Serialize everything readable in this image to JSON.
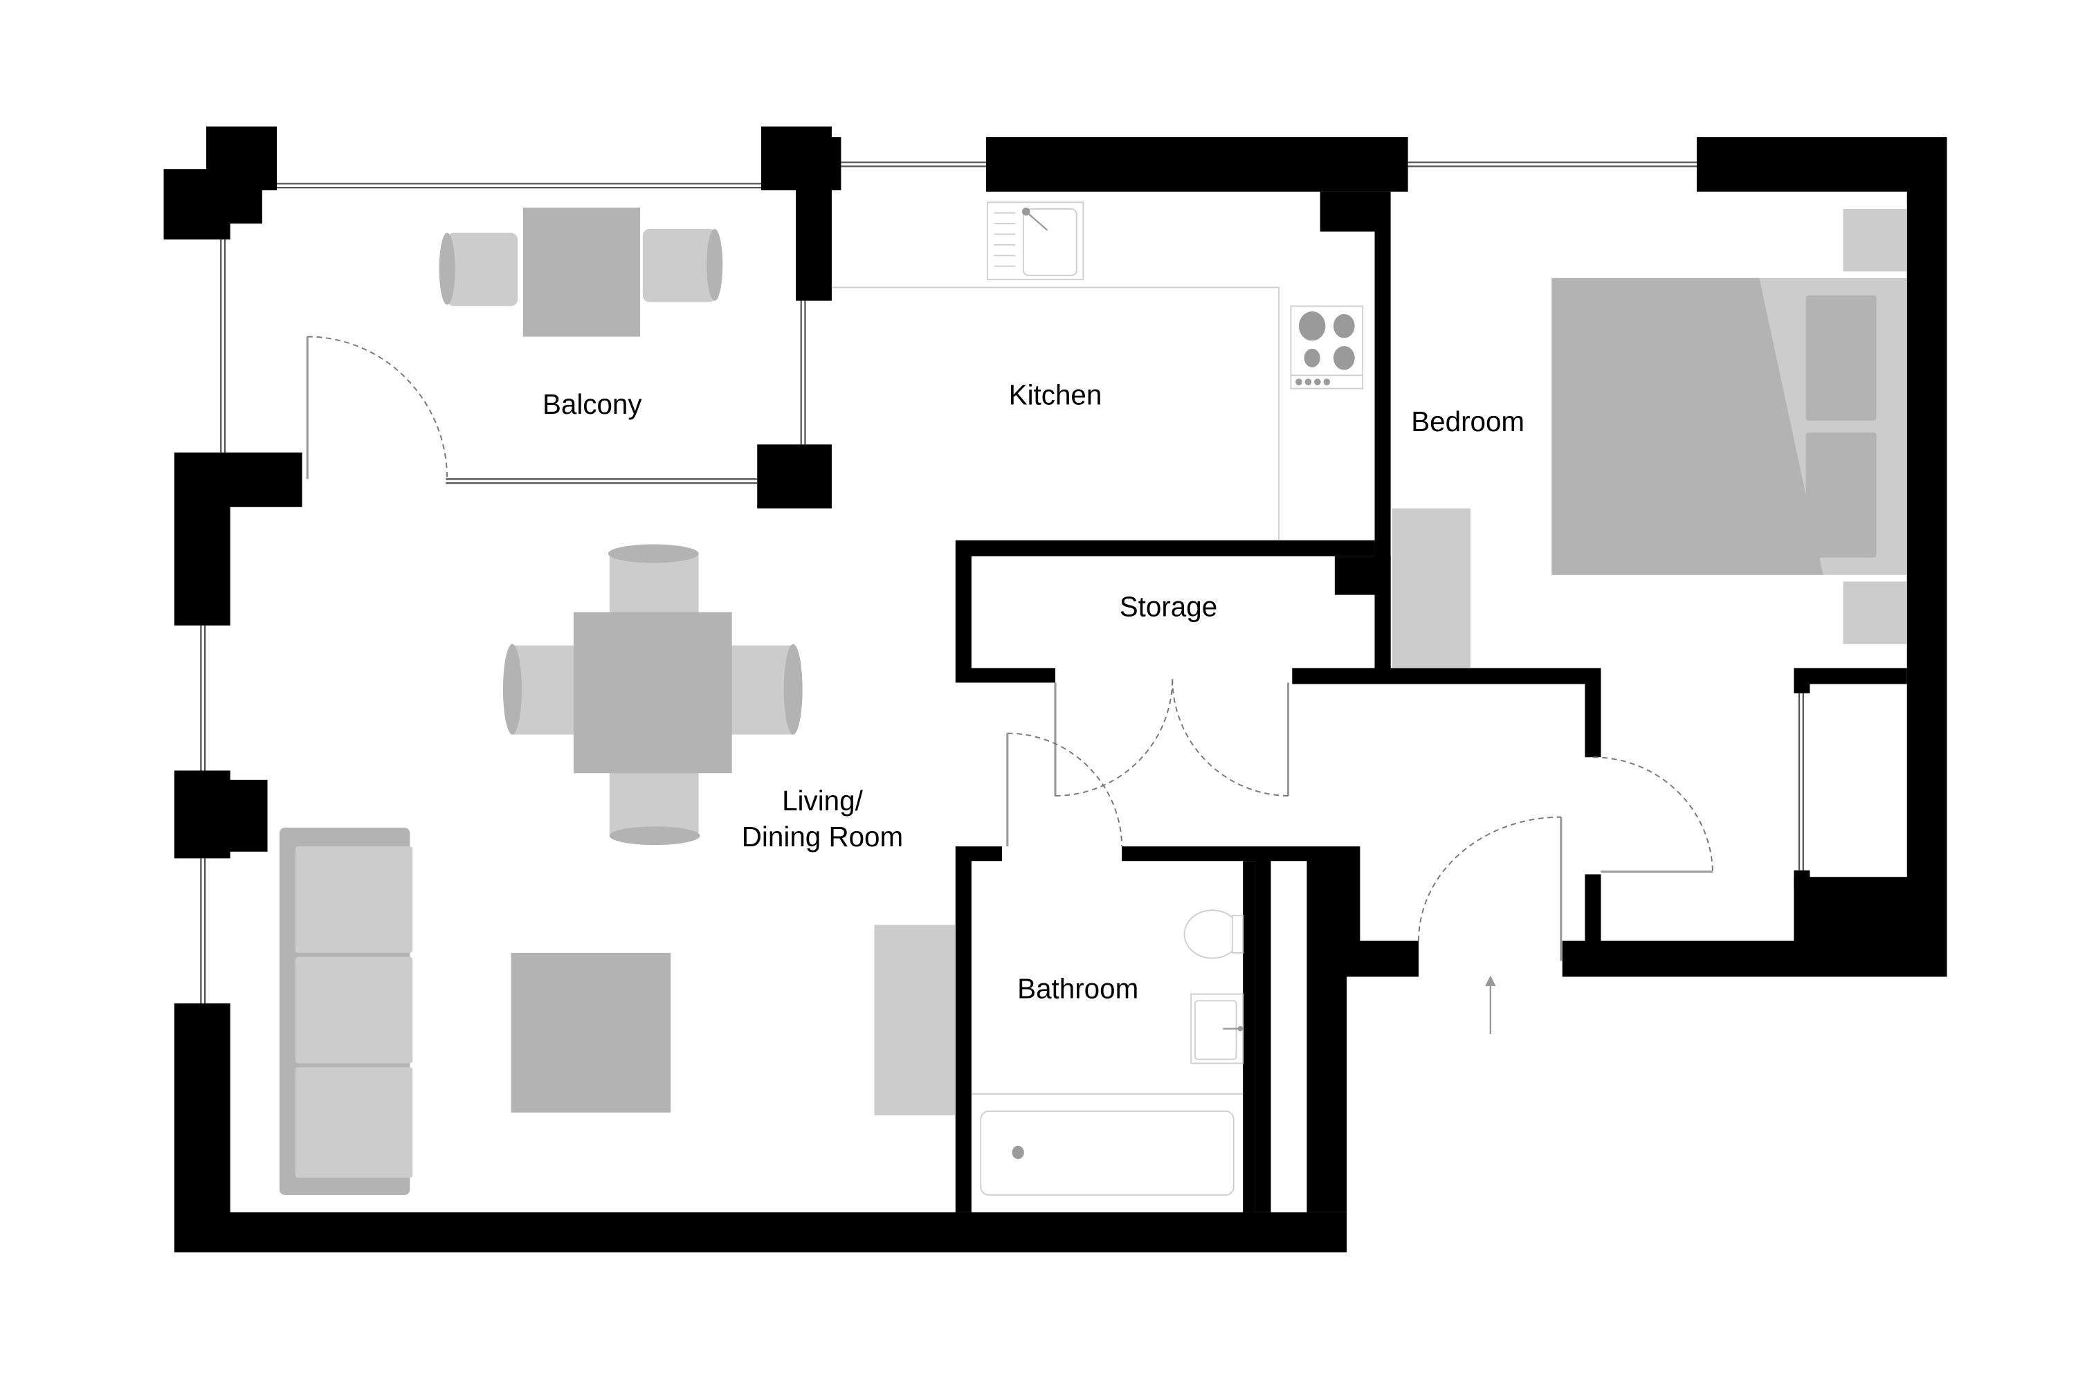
{
  "floorplan": {
    "rooms": {
      "balcony": {
        "label": "Balcony"
      },
      "kitchen": {
        "label": "Kitchen"
      },
      "bedroom": {
        "label": "Bedroom"
      },
      "storage": {
        "label": "Storage"
      },
      "living": {
        "label_line1": "Living/",
        "label_line2": "Dining Room"
      },
      "bathroom": {
        "label": "Bathroom"
      }
    },
    "colors": {
      "wall": "#000000",
      "furniture_dark": "#b3b3b3",
      "furniture_light": "#cccccc",
      "fixture_outline": "#cfcfcf",
      "background": "#ffffff"
    },
    "entrance_arrow": "up-arrow"
  }
}
